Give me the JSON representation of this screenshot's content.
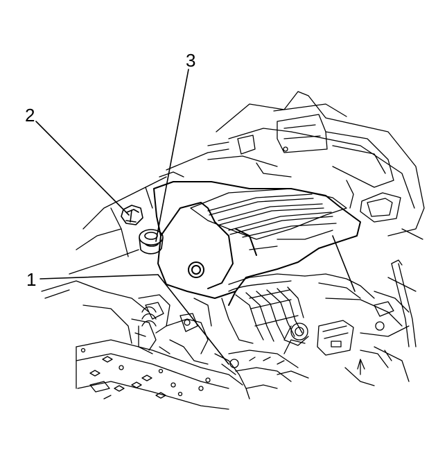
{
  "diagram": {
    "callouts": [
      {
        "id": "1",
        "label": "1"
      },
      {
        "id": "2",
        "label": "2"
      },
      {
        "id": "3",
        "label": "3"
      }
    ],
    "colors": {
      "line": "#000000",
      "background": "#ffffff"
    }
  }
}
